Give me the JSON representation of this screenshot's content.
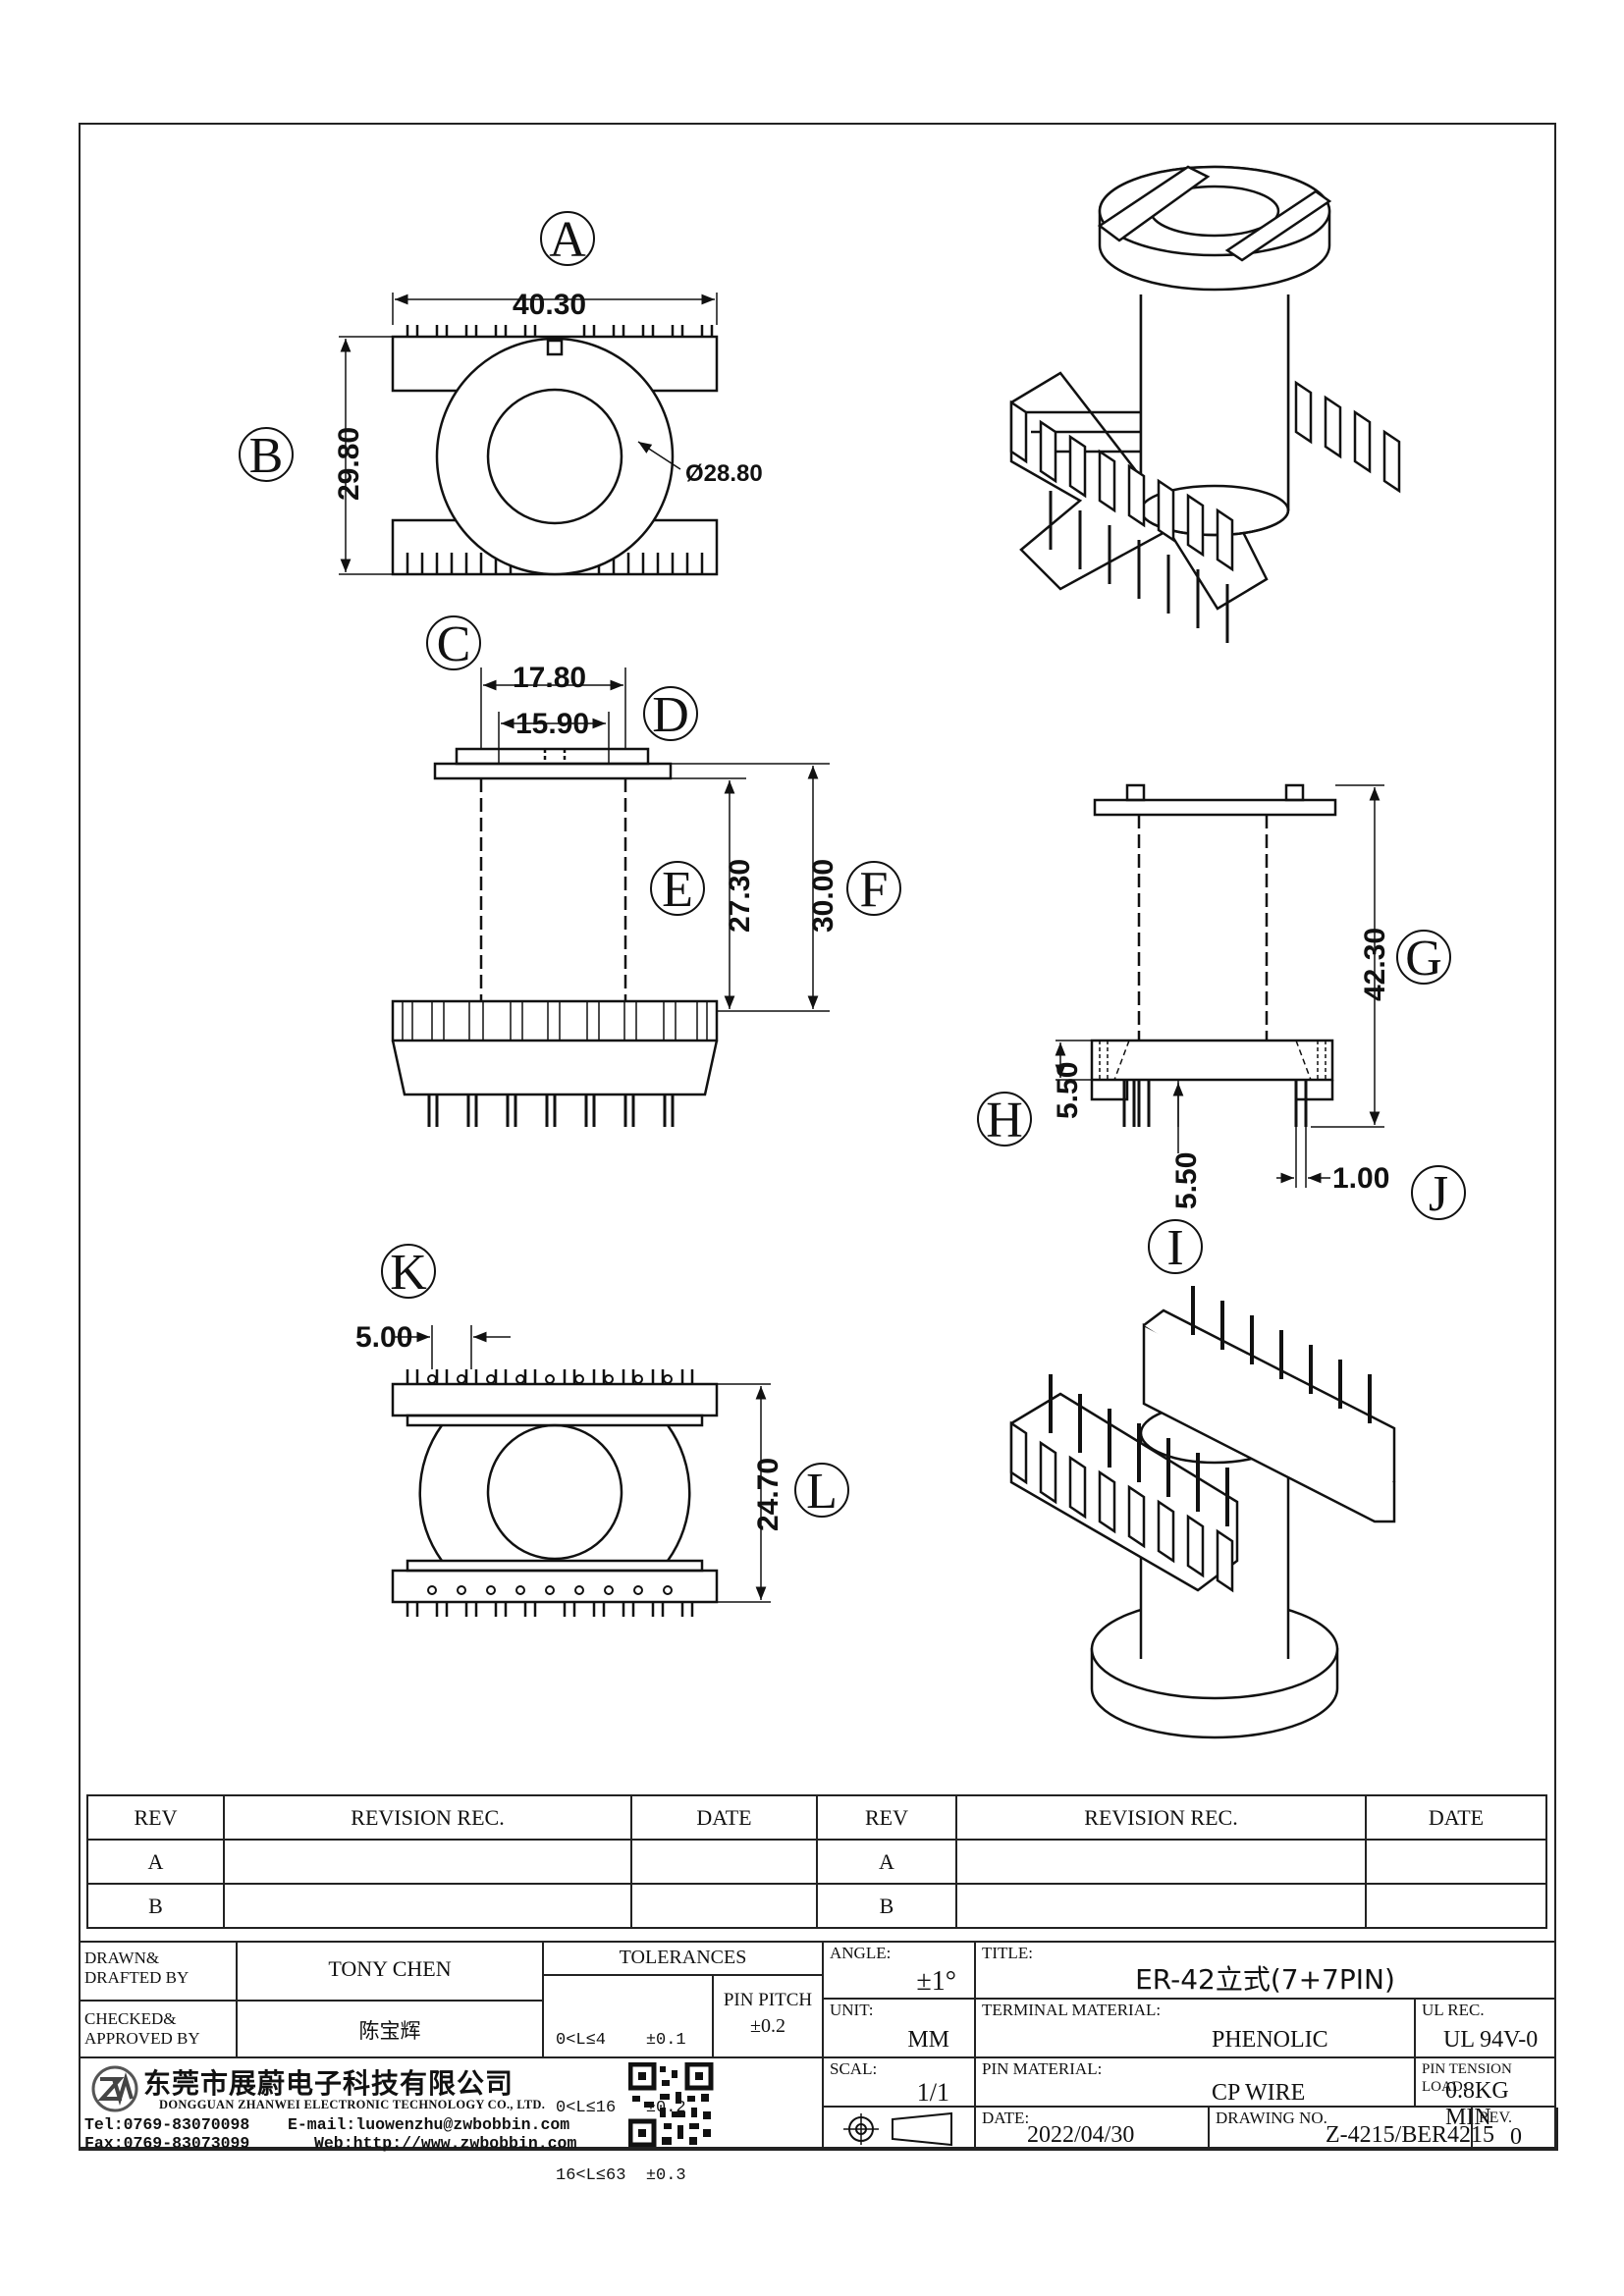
{
  "dimensions": {
    "a_width": "40.30",
    "b_height": "29.80",
    "circle_dia": "Ø28.80",
    "c_width": "17.80",
    "d_width": "15.90",
    "e_height": "27.30",
    "f_height": "30.00",
    "g_height": "42.30",
    "h_height": "5.50",
    "pin_gap": "5.50",
    "j_width": "1.00",
    "k_pitch": "5.00",
    "l_height": "24.70"
  },
  "labels": {
    "A": "A",
    "B": "B",
    "C": "C",
    "D": "D",
    "E": "E",
    "F": "F",
    "G": "G",
    "H": "H",
    "I": "I",
    "J": "J",
    "K": "K",
    "L": "L"
  },
  "revision_table": {
    "headers": [
      "REV",
      "REVISION REC.",
      "DATE",
      "REV",
      "REVISION REC.",
      "DATE"
    ],
    "rows": [
      [
        "A",
        "",
        "",
        "A",
        "",
        ""
      ],
      [
        "B",
        "",
        "",
        "B",
        "",
        ""
      ]
    ]
  },
  "title_block": {
    "drawn_label": "DRAWN&\nDRAFTED BY",
    "drawn_value": "TONY CHEN",
    "checked_label": "CHECKED&\nAPPROVED BY",
    "checked_value": "陈宝辉",
    "tolerances_label": "TOLERANCES",
    "tolerances": [
      "0<L≤4    ±0.1",
      "0<L≤16   ±0.2",
      "16<L≤63  ±0.3"
    ],
    "pin_pitch_label": "PIN PITCH",
    "pin_pitch_value": "±0.2",
    "angle_label": "ANGLE:",
    "angle_value": "±1°",
    "unit_label": "UNIT:",
    "unit_value": "MM",
    "scale_label": "SCAL:",
    "scale_value": "1/1",
    "title_label": "TITLE:",
    "title_value": "ER-42立式(7+7PIN)",
    "terminal_label": "TERMINAL MATERIAL:",
    "terminal_value": "PHENOLIC",
    "ul_label": "UL REC.",
    "ul_value": "UL 94V-0",
    "pin_material_label": "PIN MATERIAL:",
    "pin_material_value": "CP WIRE",
    "tension_label": "PIN TENSION LOAD:",
    "tension_value": "0.8KG MIN",
    "date_label": "DATE:",
    "date_value": "2022/04/30",
    "drawing_no_label": "DRAWING NO.",
    "drawing_no_value": "Z-4215/BER4215",
    "rev_label": "REV.",
    "rev_value": "0",
    "company_cn": "东莞市展蔚电子科技有限公司",
    "company_en": "DONGGUAN ZHANWEI ELECTRONIC TECHNOLOGY CO., LTD.",
    "tel": "Tel:0769-83070098",
    "email": "E-mail:luowenzhu@zwbobbin.com",
    "fax": "Fax:0769-83073099",
    "web": "Web:http://www.zwbobbin.com"
  },
  "icons": {
    "logo": "zw-logo",
    "qr": "qr-code",
    "projection": "first-angle-projection-symbol"
  }
}
